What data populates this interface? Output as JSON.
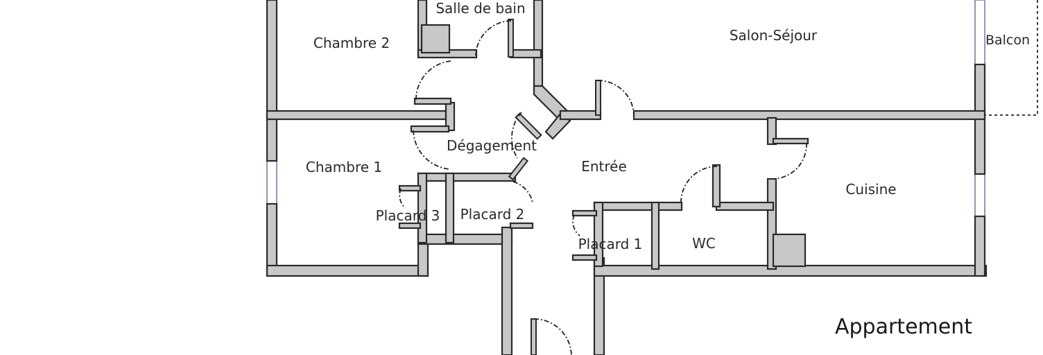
{
  "plan": {
    "title": "Appartement",
    "rooms": {
      "salle_de_bain": "Salle de bain",
      "chambre_2": "Chambre 2",
      "salon_sejour": "Salon-Séjour",
      "balcon": "Balcon",
      "degagement": "Dégagement",
      "chambre_1": "Chambre 1",
      "entree": "Entrée",
      "cuisine": "Cuisine",
      "placard_3": "Placard 3",
      "placard_2": "Placard 2",
      "placard_1": "Placard 1",
      "wc": "WC"
    }
  }
}
